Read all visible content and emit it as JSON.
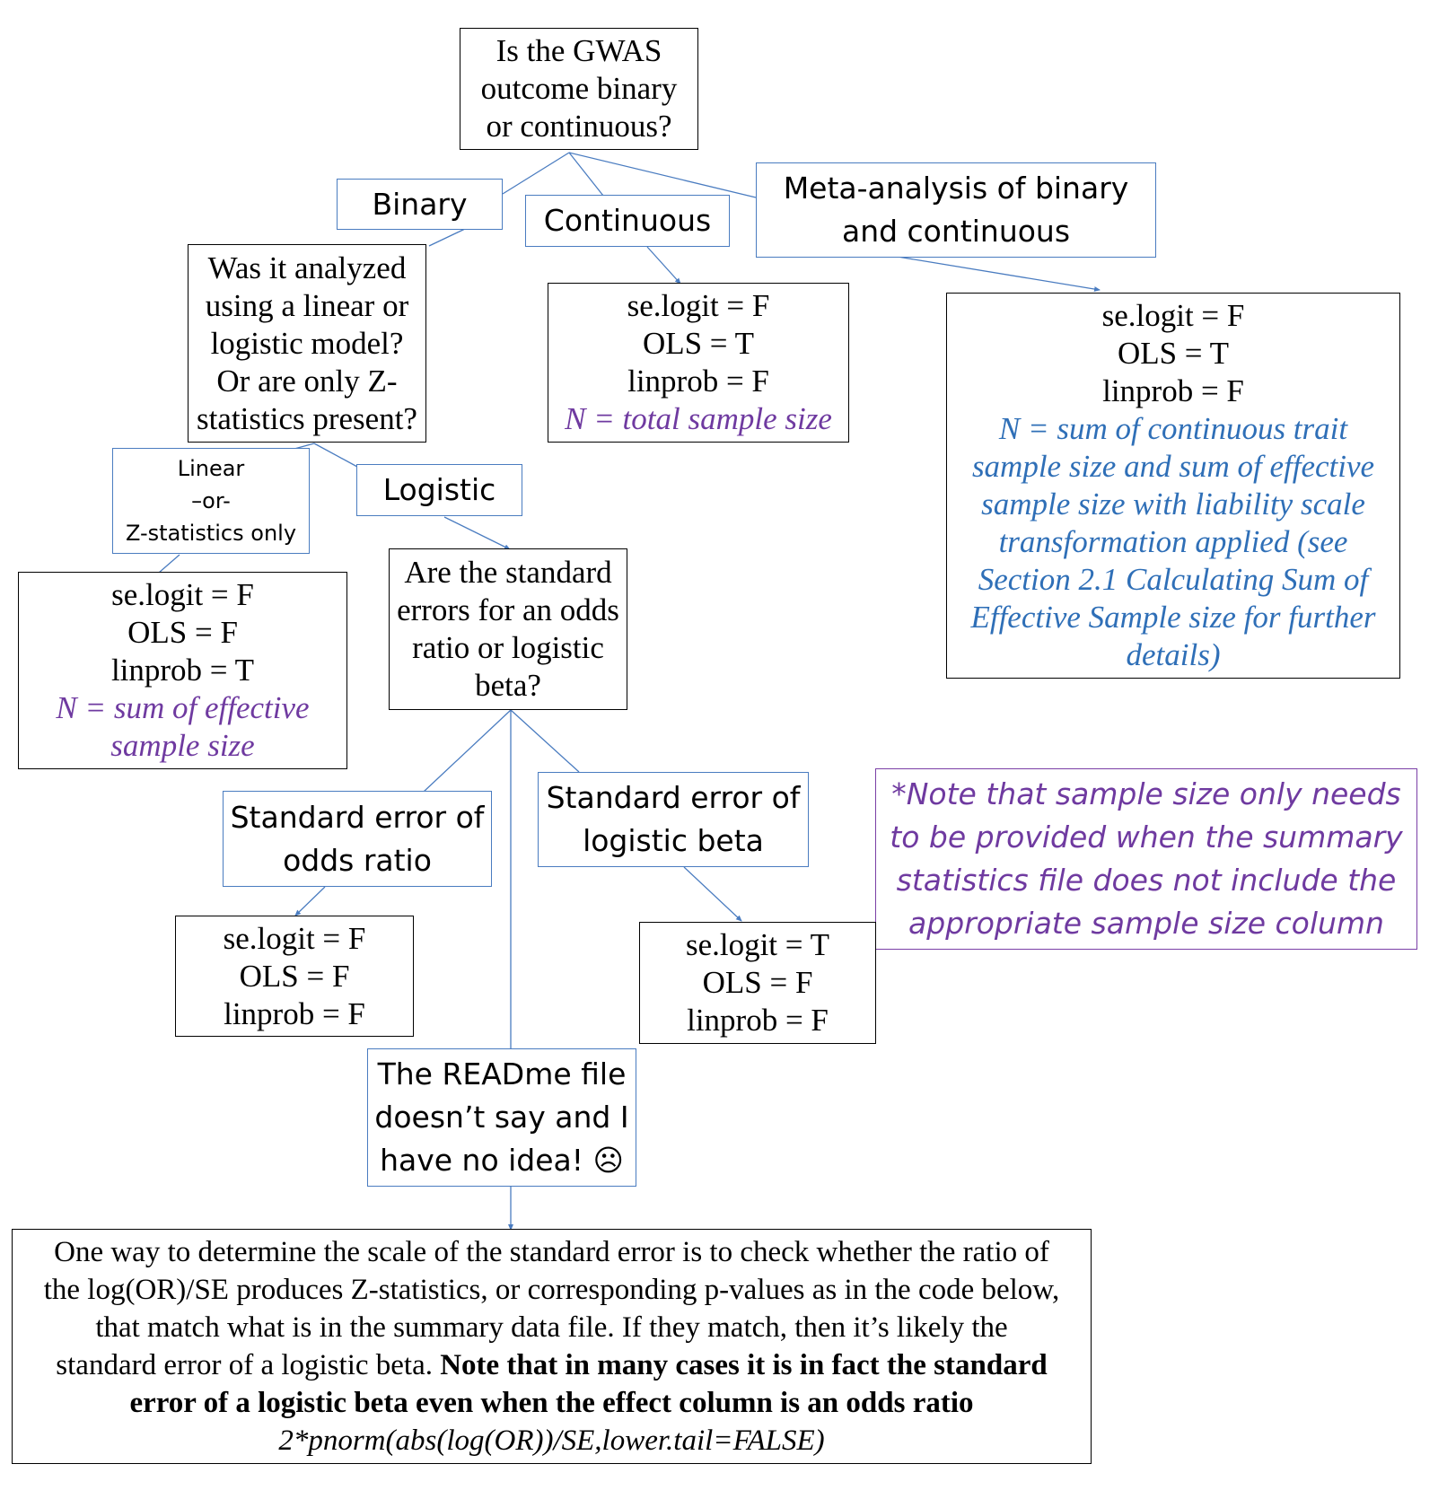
{
  "root_question": [
    "Is the GWAS",
    "outcome binary",
    "or continuous?"
  ],
  "branch_binary": "Binary",
  "branch_continuous": "Continuous",
  "branch_meta": [
    "Meta-analysis of binary",
    "and continuous"
  ],
  "binary_question": [
    "Was it analyzed",
    "using a linear or",
    "logistic model?",
    "Or are only Z-",
    "statistics present?"
  ],
  "continuous_result": {
    "lines": [
      "se.logit = F",
      "OLS = T",
      "linprob = F"
    ],
    "note": "N = total sample size"
  },
  "meta_result": {
    "lines": [
      "se.logit = F",
      "OLS = T",
      "linprob = F"
    ],
    "note": [
      "N = sum of continuous trait",
      "sample size and sum of effective",
      "sample size with liability scale",
      "transformation applied (see",
      "Section 2.1 Calculating Sum of",
      "Effective Sample size for further",
      "details)"
    ]
  },
  "branch_linear": [
    "Linear",
    "–or-",
    "Z-statistics only"
  ],
  "branch_logistic": "Logistic",
  "linear_result": {
    "lines": [
      "se.logit = F",
      "OLS = F",
      "linprob = T"
    ],
    "note": [
      "N = sum of effective",
      "sample size"
    ]
  },
  "logistic_question": [
    "Are the standard",
    "errors for an odds",
    "ratio or logistic",
    "beta?"
  ],
  "branch_or": [
    "Standard error of",
    "odds ratio"
  ],
  "branch_beta": [
    "Standard error of",
    "logistic beta"
  ],
  "or_result": [
    "se.logit = F",
    "OLS = F",
    "linprob = F"
  ],
  "beta_result": [
    "se.logit = T",
    "OLS = F",
    "linprob = F"
  ],
  "side_note": [
    "*Note that sample size only needs",
    "to be provided when the summary",
    "statistics file does not include the",
    "appropriate sample size column"
  ],
  "branch_unknown": [
    "The READme file",
    "doesn’t say and I",
    "have no idea! ☹"
  ],
  "bottom_box": {
    "line1": "One way to determine the scale of the standard error is to check whether the ratio of",
    "line2": "the log(OR)/SE produces Z-statistics, or corresponding p-values as in the code below,",
    "line3": "that match what is in the summary data file. If they match, then it’s likely the",
    "line4_plain": "standard error of a logistic beta.",
    "line4_bold": "Note that in many cases it is in fact the standard",
    "line5_bold": "error of a logistic beta even when the effect column is an odds ratio",
    "code": "2*pnorm(abs(log(OR))/SE,lower.tail=FALSE)"
  }
}
